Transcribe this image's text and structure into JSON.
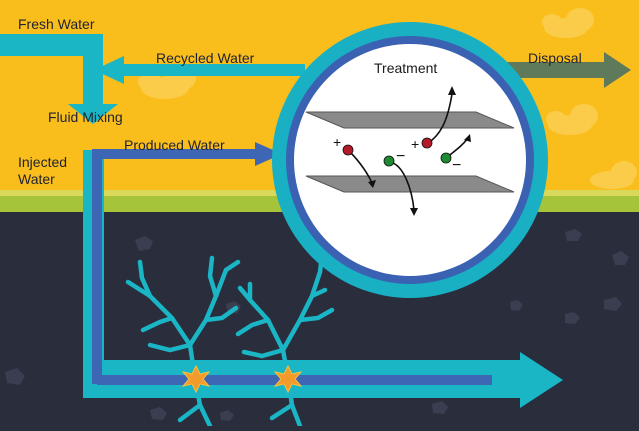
{
  "labels": {
    "fresh_water": "Fresh Water",
    "recycled_water": "Recycled Water",
    "disposal": "Disposal",
    "fluid_mixing": "Fluid Mixing",
    "produced_water": "Produced Water",
    "injected_water": "Injected Water",
    "treatment": "Treatment"
  },
  "charges": {
    "positive": "+",
    "negative": "−"
  },
  "colors": {
    "sky": "#f9bd1c",
    "ground": "#2a2d3c",
    "grass": "#a6c43a",
    "teal_pipe": "#1ab6c6",
    "blue_pipe": "#3d66b5",
    "ring_outer": "#19b0c4",
    "ring_inner": "#3b62b2",
    "disposal_arrow": "#5e7a5b",
    "fracture": "#1ab6c6",
    "spark": "#f39a2c",
    "plate": "#8a8a8a",
    "positive_ion": "#b31b28",
    "negative_ion": "#1e8a31"
  },
  "icons": [
    "cloud-icon",
    "fracture-icon",
    "spark-icon",
    "ion-icon",
    "plate-icon"
  ]
}
